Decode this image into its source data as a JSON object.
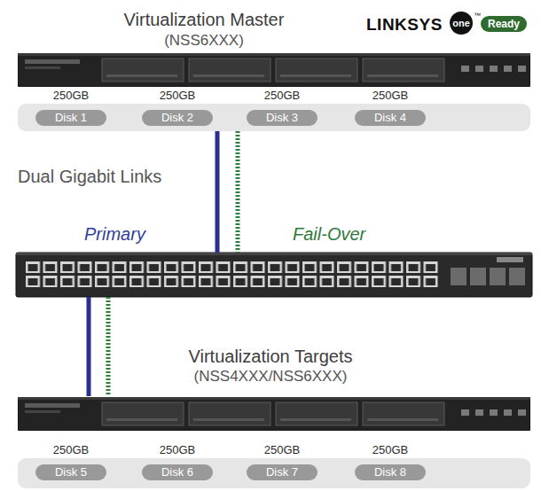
{
  "diagram": {
    "nodes": [
      {
        "text": [
          "Virtualization Master",
          "(NSS6XXX)"
        ]
      },
      {
        "text": [
          "250GB",
          "Disk 1"
        ],
        "in": 0
      },
      {
        "text": [
          "250GB",
          "Disk 2"
        ],
        "in": 0
      },
      {
        "text": [
          "250GB",
          "Disk 3"
        ],
        "in": 0
      },
      {
        "text": [
          "250GB",
          "Disk 4"
        ],
        "in": 0
      },
      {
        "text": []
      },
      {
        "text": [
          "Virtualization Targets",
          "(NSS4XXX/NSS6XXX)"
        ]
      },
      {
        "text": [
          "250GB",
          "Disk 5"
        ],
        "in": 6
      },
      {
        "text": [
          "250GB",
          "Disk 6"
        ],
        "in": 6
      },
      {
        "text": [
          "250GB",
          "Disk 7"
        ],
        "in": 6
      },
      {
        "text": [
          "250GB",
          "Disk 8"
        ],
        "in": 6
      }
    ],
    "edges": [
      {
        "from": 0,
        "to": 5,
        "arrow": "none"
      },
      {
        "from": 0,
        "to": 5,
        "arrow": "none"
      },
      {
        "from": 5,
        "to": 6,
        "arrow": "none"
      },
      {
        "from": 5,
        "to": 6,
        "arrow": "none"
      }
    ],
    "labels": [
      "LINKSYS",
      "one",
      "™",
      "Ready",
      "Dual Gigabit Links",
      "Primary",
      "Fail-Over"
    ]
  }
}
